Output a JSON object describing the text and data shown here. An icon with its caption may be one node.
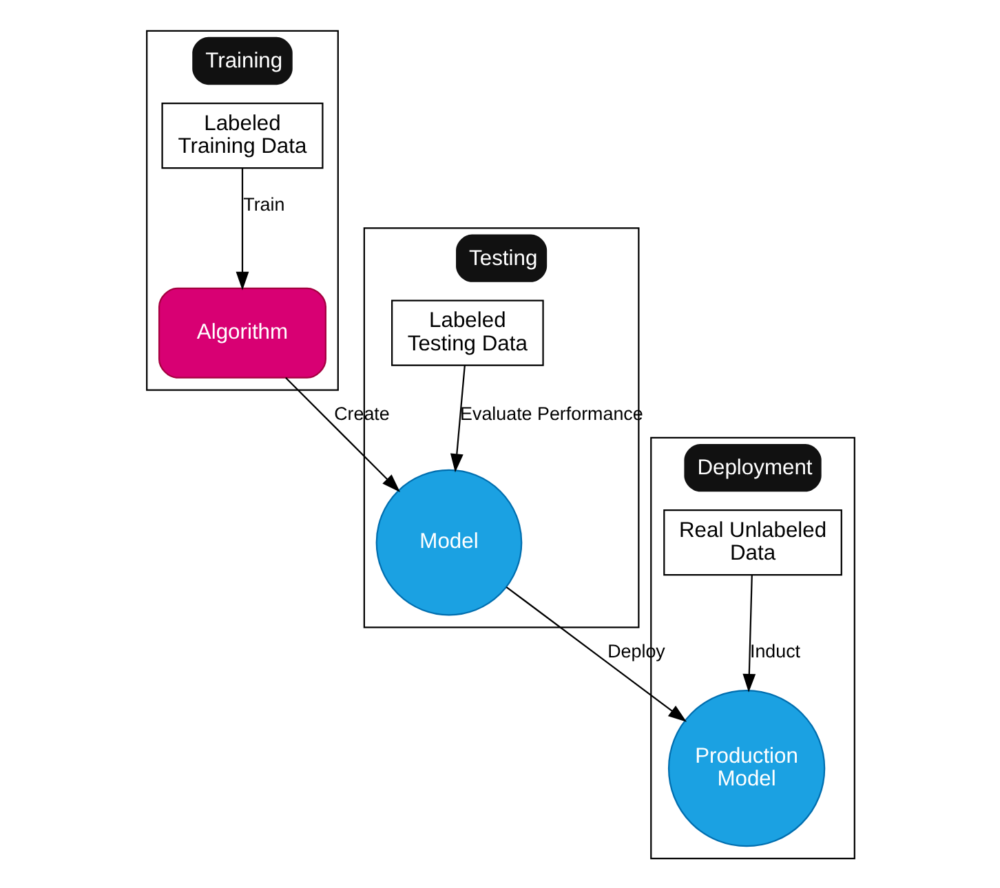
{
  "diagram": {
    "nodes": [
      {
        "text": [
          "Training"
        ]
      },
      {
        "text": [
          "Labeled Training Data"
        ],
        "in": 0
      },
      {
        "text": [
          "Algorithm"
        ],
        "in": 0
      },
      {
        "text": [
          "Testing"
        ]
      },
      {
        "text": [
          "Labeled Testing Data"
        ],
        "in": 3
      },
      {
        "text": [
          "Model"
        ],
        "in": 3
      },
      {
        "text": [
          "Deployment"
        ]
      },
      {
        "text": [
          "Real Unlabeled Data"
        ],
        "in": 6
      },
      {
        "text": [
          "Production Model"
        ],
        "in": 6
      }
    ],
    "edges": [
      {
        "from": 1,
        "to": 2,
        "arrow": "to",
        "label": "Train"
      },
      {
        "from": 2,
        "to": 5,
        "arrow": "to",
        "label": "Create"
      },
      {
        "from": 4,
        "to": 5,
        "arrow": "to",
        "label": "Evaluate Performance"
      },
      {
        "from": 5,
        "to": 8,
        "arrow": "to",
        "label": "Deploy"
      },
      {
        "from": 7,
        "to": 8,
        "arrow": "to",
        "label": "Induct"
      }
    ]
  }
}
